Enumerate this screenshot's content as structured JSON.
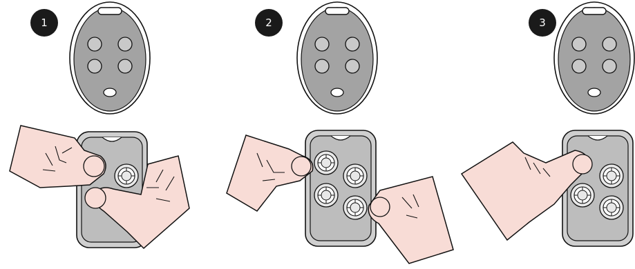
{
  "steps": [
    {
      "number": "1"
    },
    {
      "number": "2"
    },
    {
      "number": "3"
    }
  ],
  "colors": {
    "badge": "#1a1a1a",
    "remote_face": "#a3a3a3",
    "remote_body": "#c9c9c9",
    "skin": "#f8dcd6",
    "outline": "#111111"
  }
}
